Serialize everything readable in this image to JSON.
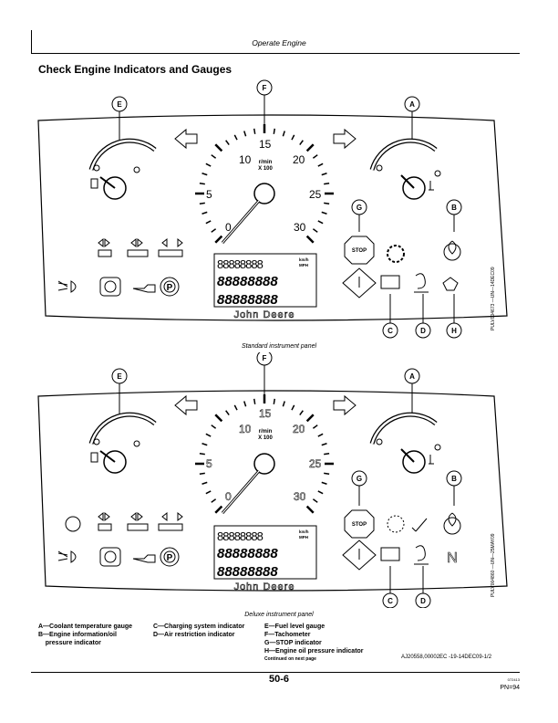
{
  "header": {
    "title": "Operate Engine"
  },
  "section": {
    "title": "Check Engine Indicators and Gauges"
  },
  "panel1": {
    "caption": "Standard instrument panel",
    "side_ref": "PULV004673 —UN—14DEC09",
    "callouts": [
      "E",
      "F",
      "A",
      "G",
      "B",
      "C",
      "D",
      "H"
    ]
  },
  "panel2": {
    "caption": "Deluxe instrument panel",
    "side_ref": "PULV004860 —UN—25MAY09",
    "callouts": [
      "E",
      "F",
      "A",
      "G",
      "B",
      "C",
      "D"
    ]
  },
  "tach": {
    "ticks": [
      "0",
      "5",
      "10",
      "15",
      "20",
      "25",
      "30"
    ],
    "unit1": "r/min",
    "unit2": "X 100"
  },
  "lcd": {
    "unit1": "km/h",
    "unit2": "MPH",
    "row": "88888888"
  },
  "brand": "John Deere",
  "icons": {
    "stop": "STOP",
    "park": "P",
    "neutral": "N"
  },
  "legend": {
    "col1": "A—Coolant temperature gauge\nB—Engine information/oil\n    pressure indicator",
    "col2": "C—Charging system indicator\nD—Air restriction indicator",
    "col3": "E—Fuel level gauge\nF—Tachometer\nG—STOP indicator\nH—Engine oil pressure indicator"
  },
  "continued": "Continued on next page",
  "doc_ref": "AJ20558,00002EC -19-14DEC09-1/2",
  "page": {
    "number": "50-6",
    "small": "072413",
    "pn": "PN=94"
  }
}
